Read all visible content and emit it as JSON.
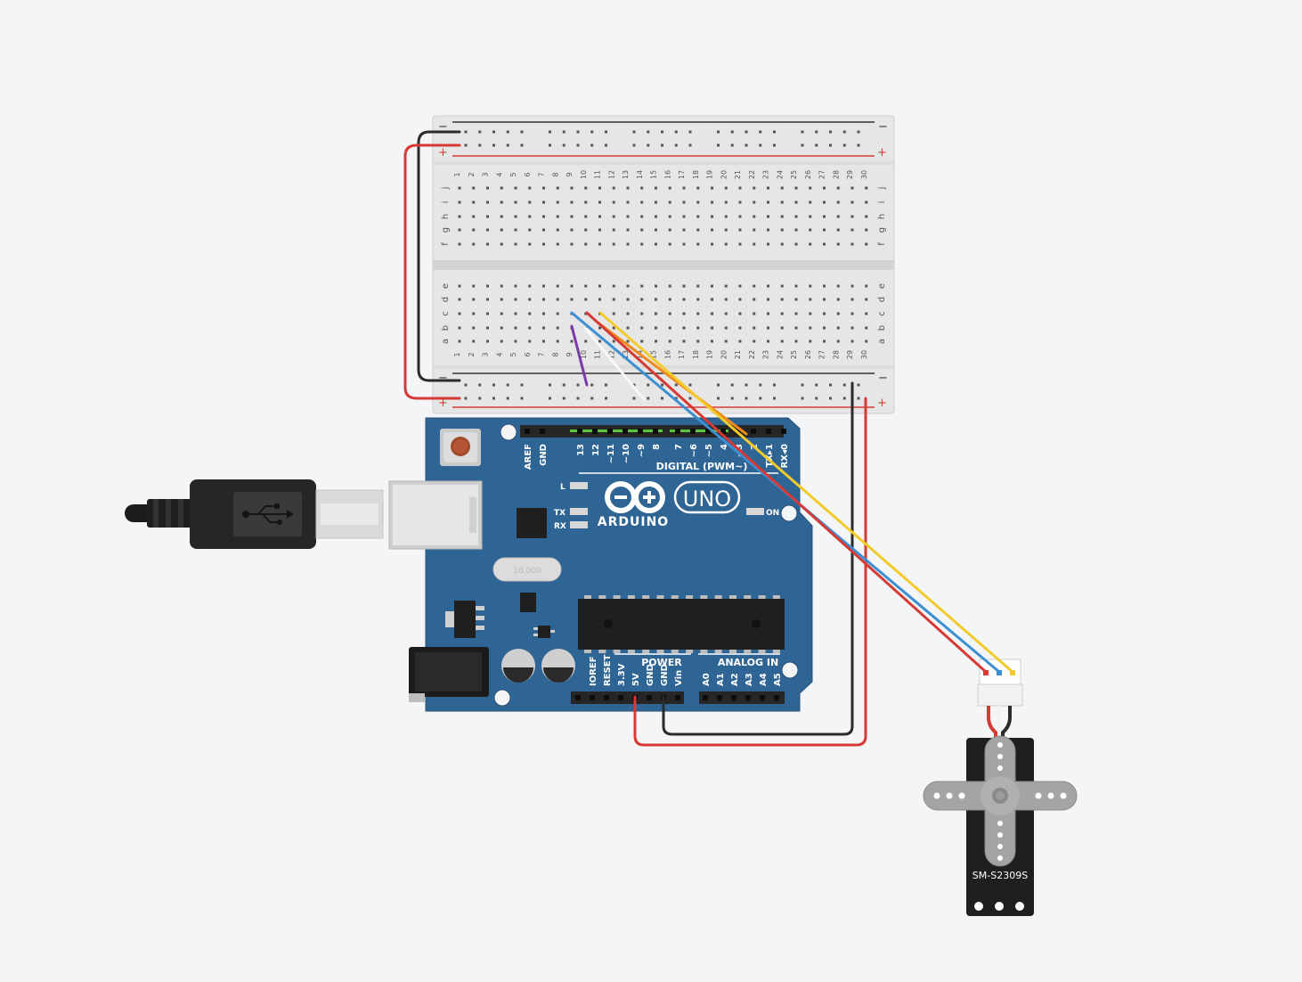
{
  "breadboard": {
    "rail_minus": "−",
    "rail_plus": "+",
    "top_row_letters": [
      "j",
      "i",
      "h",
      "g",
      "f"
    ],
    "bottom_row_letters": [
      "e",
      "d",
      "c",
      "b",
      "a"
    ],
    "columns": [
      "1",
      "2",
      "3",
      "4",
      "5",
      "6",
      "7",
      "8",
      "9",
      "10",
      "11",
      "12",
      "13",
      "14",
      "15",
      "16",
      "17",
      "18",
      "19",
      "20",
      "21",
      "22",
      "23",
      "24",
      "25",
      "26",
      "27",
      "28",
      "29",
      "30"
    ]
  },
  "arduino": {
    "digital_pins": [
      "AREF",
      "GND",
      "13",
      "12",
      "~11",
      "~10",
      "~9",
      "8",
      "7",
      "~6",
      "~5",
      "4",
      "~3",
      "2",
      "TX▸1",
      "RX◂0"
    ],
    "digital_label": "DIGITAL (PWM~)",
    "power_pins": [
      "IOREF",
      "RESET",
      "3.3V",
      "5V",
      "GND",
      "GND",
      "Vin"
    ],
    "power_label": "POWER",
    "analog_pins": [
      "A0",
      "A1",
      "A2",
      "A3",
      "A4",
      "A5"
    ],
    "analog_label": "ANALOG IN",
    "brand": "ARDUINO",
    "model": "UNO",
    "led_l": "L",
    "led_tx": "TX",
    "led_rx": "RX",
    "led_on": "ON",
    "crystal": "16.000"
  },
  "servo": {
    "model": "SM-S2309S"
  },
  "colors": {
    "board_blue": "#2f6594",
    "breadboard": "#e6e6e6",
    "wire_red": "#d63a34",
    "wire_black": "#2b2b2b",
    "wire_yellow": "#f2cb2a",
    "wire_blue": "#3d8fd4",
    "wire_orange": "#f08a1c",
    "wire_white": "#f8f8f8",
    "wire_purple": "#7a3aa8",
    "header_green": "#5ac43e"
  }
}
